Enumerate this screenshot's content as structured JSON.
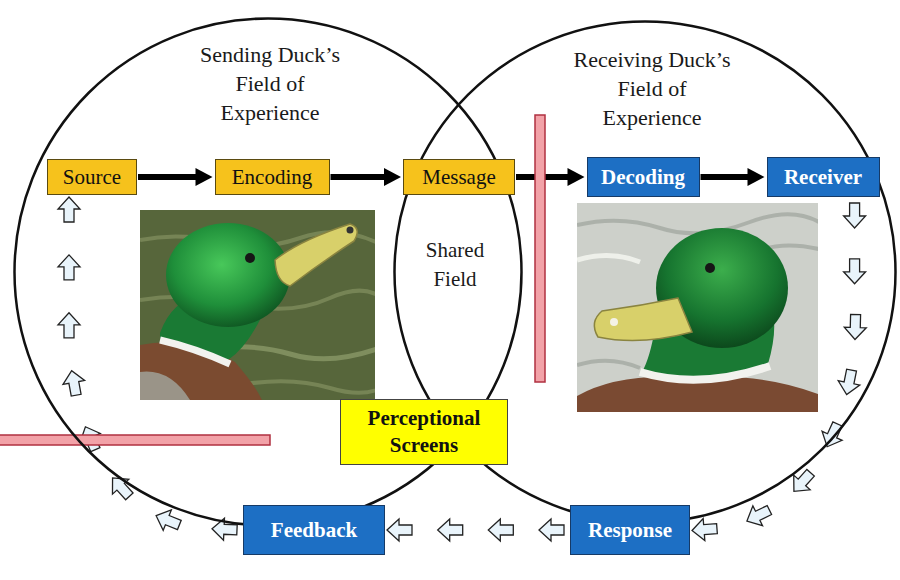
{
  "diagram": {
    "nodes": [
      {
        "text": [
          "Sending Duck’s Field of Experience"
        ]
      },
      {
        "text": [
          "Source"
        ],
        "in": 0
      },
      {
        "text": [
          "Encoding"
        ],
        "in": 0
      },
      {
        "text": [
          "Message"
        ]
      },
      {
        "text": [
          "Receiving Duck’s Field of Experience"
        ]
      },
      {
        "text": [
          "Decoding"
        ],
        "in": 4
      },
      {
        "text": [
          "Receiver"
        ],
        "in": 4
      },
      {
        "text": [
          "Perceptional Screens"
        ]
      },
      {
        "text": [
          "Response"
        ]
      },
      {
        "text": [
          "Feedback"
        ]
      }
    ],
    "edges": [
      {
        "from": 1,
        "to": 2,
        "arrow": "to"
      },
      {
        "from": 2,
        "to": 3,
        "arrow": "to"
      },
      {
        "from": 3,
        "to": 5,
        "arrow": "to"
      },
      {
        "from": 5,
        "to": 6,
        "arrow": "to"
      },
      {
        "from": 6,
        "to": 8,
        "arrow": "to"
      },
      {
        "from": 8,
        "to": 9,
        "arrow": "to"
      },
      {
        "from": 9,
        "to": 1,
        "arrow": "to"
      }
    ],
    "labels": [
      "Shared Field"
    ]
  }
}
